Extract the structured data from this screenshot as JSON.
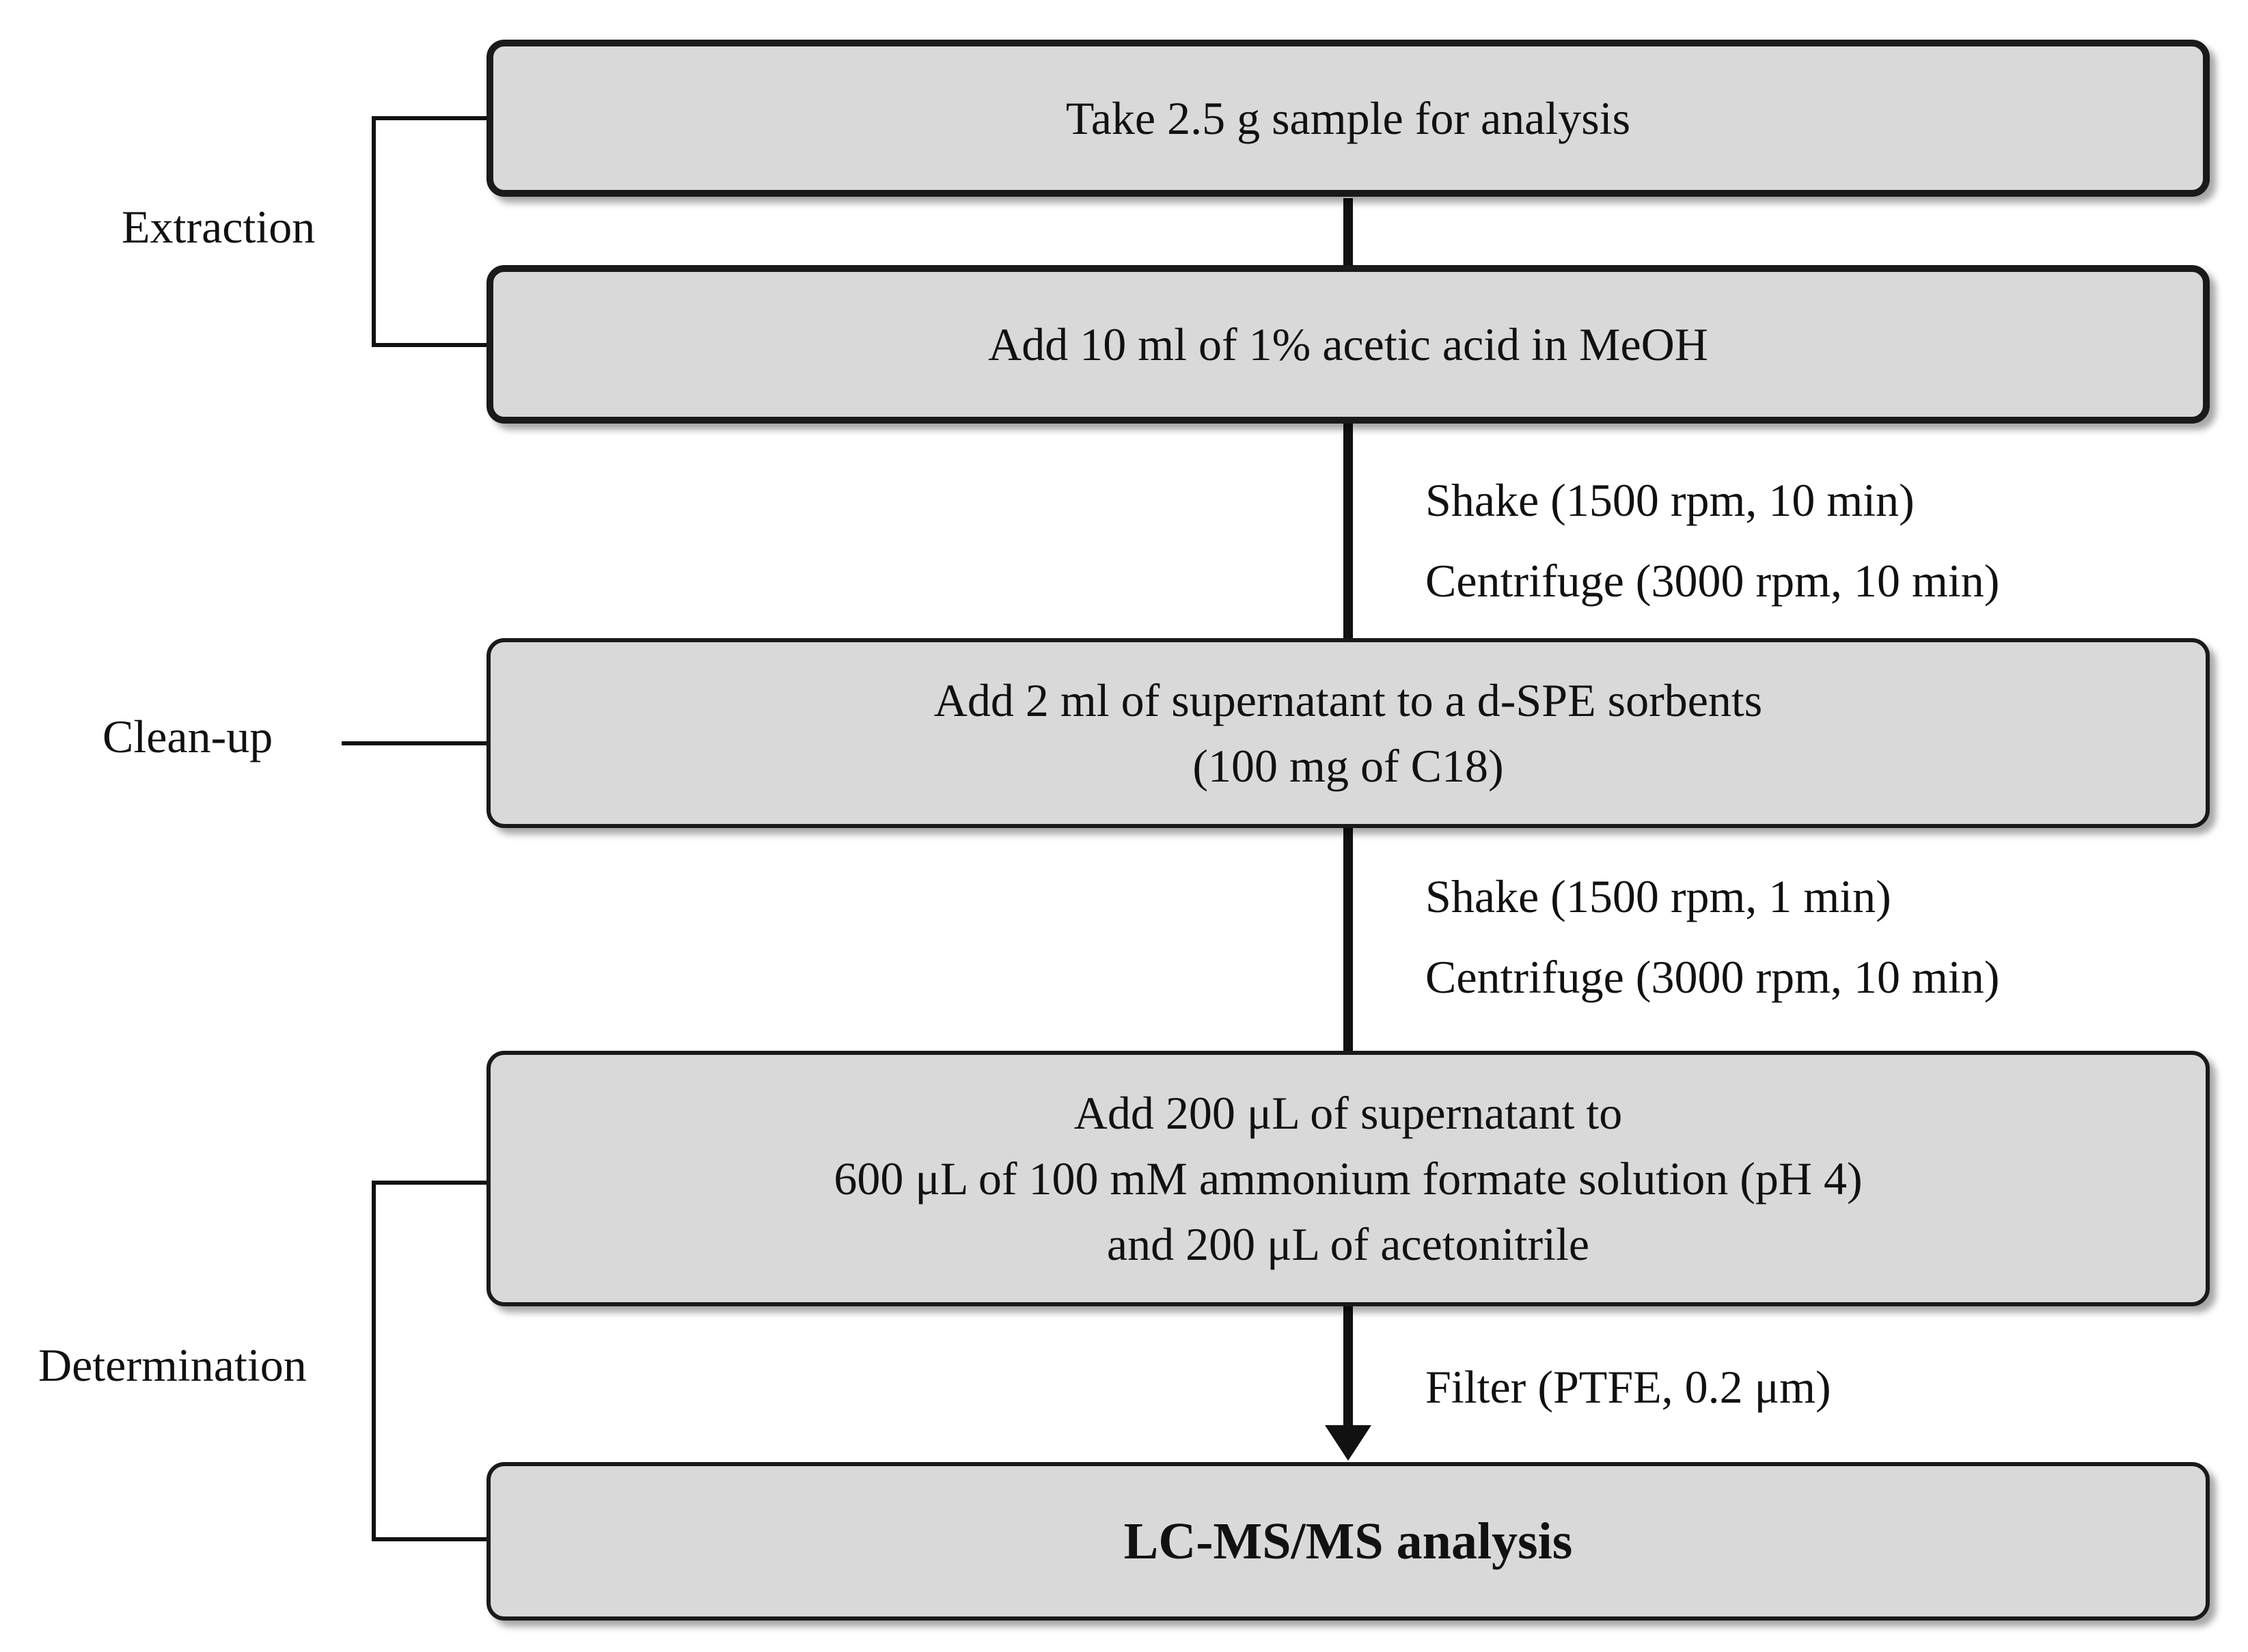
{
  "phases": {
    "extraction": "Extraction",
    "cleanup": "Clean-up",
    "determination": "Determination"
  },
  "steps": {
    "s1": "Take 2.5 g sample for analysis",
    "s2": "Add 10 ml of 1% acetic acid in MeOH",
    "s3_line1": "Add 2 ml of supernatant to a d-SPE sorbents",
    "s3_line2": "(100 mg of C18)",
    "s4_line1": "Add 200 μL of supernatant to",
    "s4_line2": "600 μL of 100 mM ammonium formate solution (pH 4)",
    "s4_line3": "and 200 μL of acetonitrile",
    "s5": "LC-MS/MS analysis"
  },
  "conditions": {
    "c1_shake": "Shake (1500 rpm, 10 min)",
    "c1_centrifuge": "Centrifuge (3000 rpm, 10 min)",
    "c2_shake": "Shake (1500 rpm, 1 min)",
    "c2_centrifuge": "Centrifuge (3000 rpm, 10 min)",
    "c3_filter": "Filter (PTFE, 0.2 μm)"
  }
}
